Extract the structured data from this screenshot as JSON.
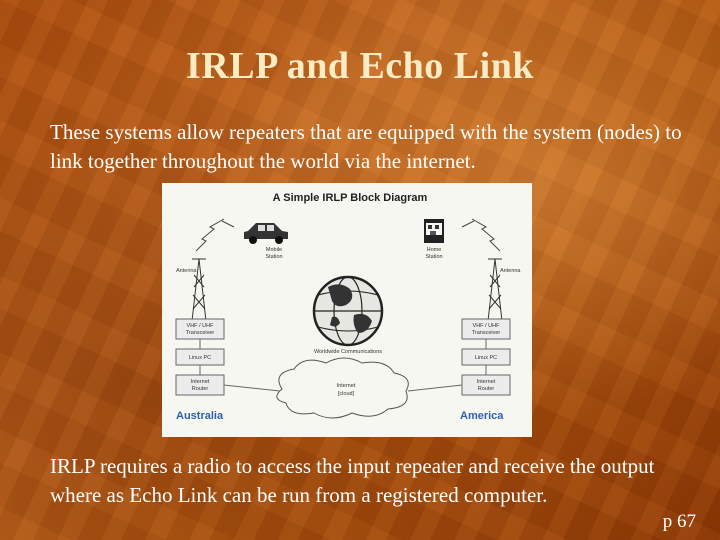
{
  "slide": {
    "title": "IRLP and Echo Link",
    "paragraph1": "These systems allow repeaters that are equipped with the system (nodes) to link together throughout the world via the internet.",
    "paragraph2": "IRLP requires a radio to access the input repeater and receive the output where as Echo Link can be run from a registered computer.",
    "page_ref": "p 67"
  },
  "diagram": {
    "title": "A Simple IRLP Block Diagram",
    "mobile_label_1": "Mobile",
    "mobile_label_2": "Station",
    "home_label_1": "Home",
    "home_label_2": "Station",
    "antenna_left": "Antenna",
    "antenna_right": "Antenna",
    "globe_label": "Worldwide Communications",
    "left_stack": {
      "transceiver_1": "VHF / UHF",
      "transceiver_2": "Transceiver",
      "pc": "Linux PC",
      "router_1": "Internet",
      "router_2": "Router"
    },
    "right_stack": {
      "transceiver_1": "VHF / UHF",
      "transceiver_2": "Transceiver",
      "pc": "Linux PC",
      "router_1": "Internet",
      "router_2": "Router"
    },
    "cloud_1": "Internet",
    "cloud_2": "[cloud]",
    "location_left": "Australia",
    "location_right": "America"
  },
  "colors": {
    "title": "#fbecc4",
    "body_text": "#ffffff",
    "background": "#b0560f",
    "location_label": "#2f5fb0"
  }
}
